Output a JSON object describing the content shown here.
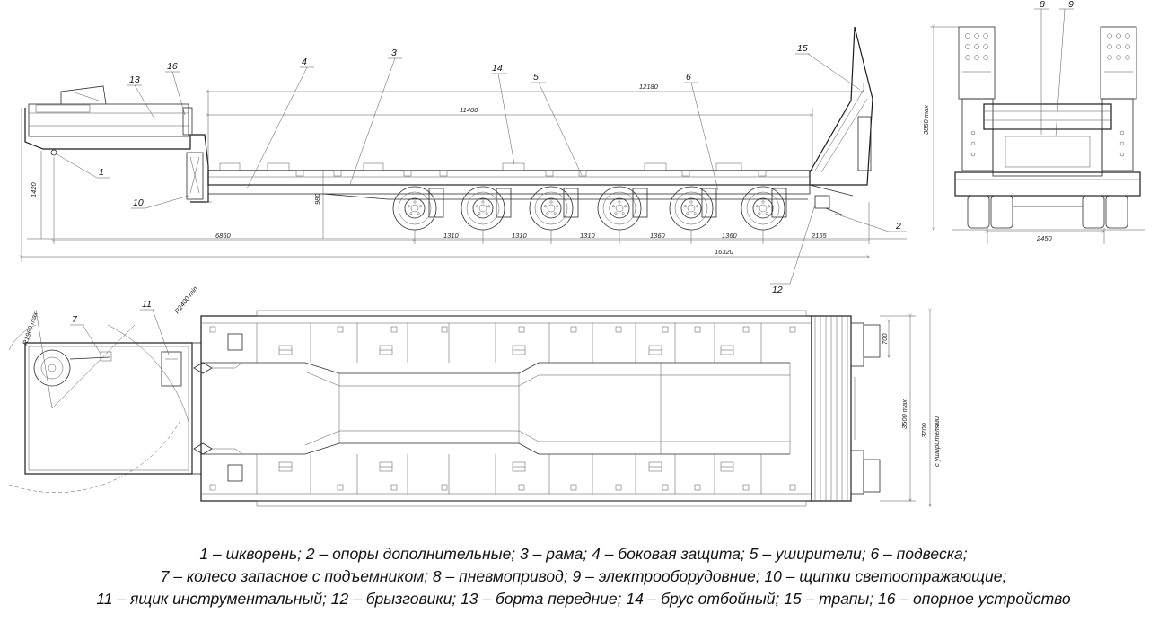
{
  "callouts": [
    "1",
    "2",
    "3",
    "4",
    "5",
    "6",
    "7",
    "8",
    "9",
    "10",
    "11",
    "12",
    "13",
    "14",
    "15",
    "16"
  ],
  "dimensions": {
    "overall_length": "16320",
    "platform_length": "12180",
    "deck_length": "11400",
    "front_overhang": "6860",
    "axle_spacing": [
      "1310",
      "1310",
      "1310",
      "1360",
      "1360"
    ],
    "rear_overhang": "2165",
    "gooseneck_height": "1420",
    "deck_height": "980",
    "overall_height": "3850 max",
    "track_width": "2450",
    "ramp_width": "700",
    "width_max": "3500 max",
    "width_with_extenders": "3700",
    "width_extenders_note": "с уширителями",
    "turn_radius_front": "R1960 max",
    "turn_radius_rear": "R2400 min"
  },
  "legend": [
    "1 – шкворень; 2 – опоры дополнительные; 3 – рама; 4 – боковая защита; 5 – уширители; 6 – подвеска;",
    "7 – колесо запасное с подъемником; 8 – пневмопривод; 9 – электрооборудовние; 10 – щитки светоотражающие;",
    "11 – ящик инструментальный; 12 – брызговики; 13 – борта передние; 14 – брус отбойный; 15 – трапы; 16 – опорное устройство"
  ]
}
